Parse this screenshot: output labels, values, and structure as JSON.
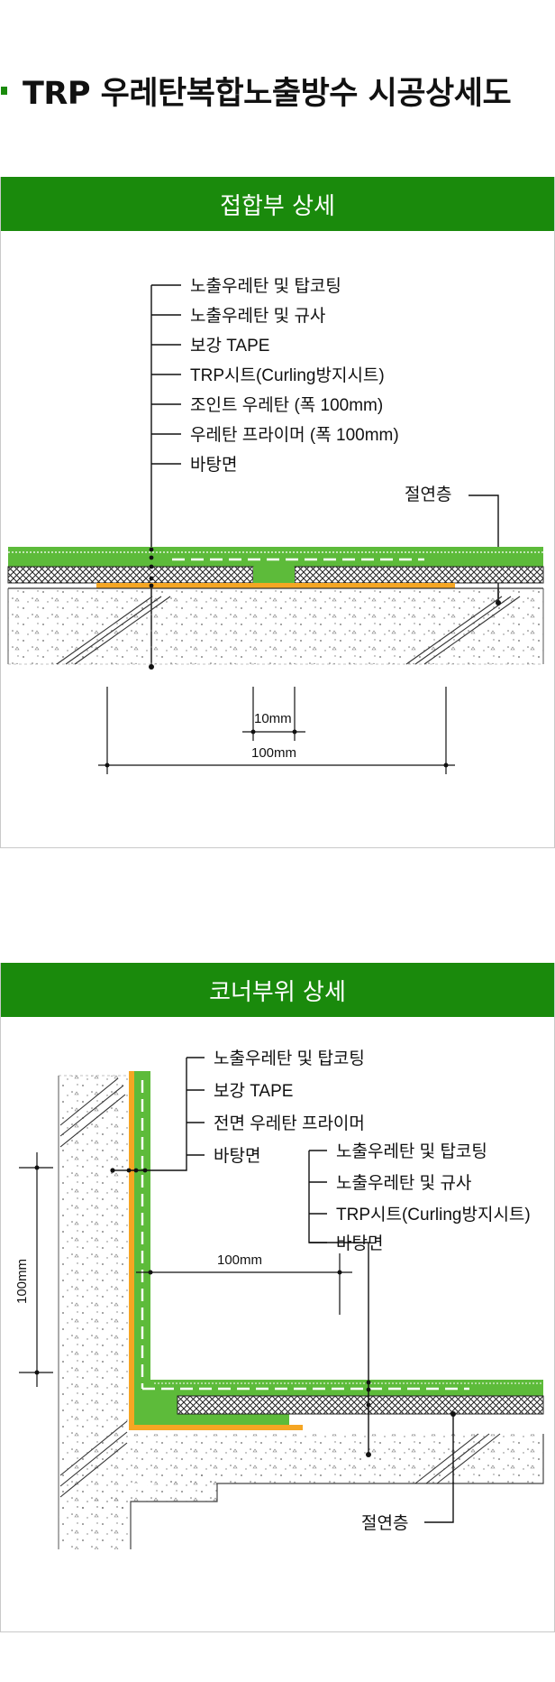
{
  "page": {
    "title": "TRP 우레탄복합노출방수 시공상세도",
    "accent_color": "#1a8a0c"
  },
  "joint_detail": {
    "header": "접합부 상세",
    "labels": [
      "노출우레탄 및 탑코팅",
      "노출우레탄 및 규사",
      "보강 TAPE",
      "TRP시트(Curling방지시트)",
      "조인트 우레탄 (폭 100mm)",
      "우레탄 프라이머 (폭 100mm)",
      "바탕면"
    ],
    "insulation_label": "절연층",
    "dim_small": "10mm",
    "dim_large": "100mm"
  },
  "corner_detail": {
    "header": "코너부위 상세",
    "upper_labels": [
      "노출우레탄 및 탑코팅",
      "보강 TAPE",
      "전면 우레탄 프라이머",
      "바탕면"
    ],
    "lower_labels": [
      "노출우레탄 및 탑코팅",
      "노출우레탄 및 규사",
      "TRP시트(Curling방지시트)",
      "바탕면"
    ],
    "dim_horizontal": "100mm",
    "dim_vertical": "100mm",
    "insulation_label": "절연층"
  },
  "colors": {
    "coating_green": "#5dbb3a",
    "tape_orange": "#f5a623",
    "concrete_line": "#444444"
  }
}
